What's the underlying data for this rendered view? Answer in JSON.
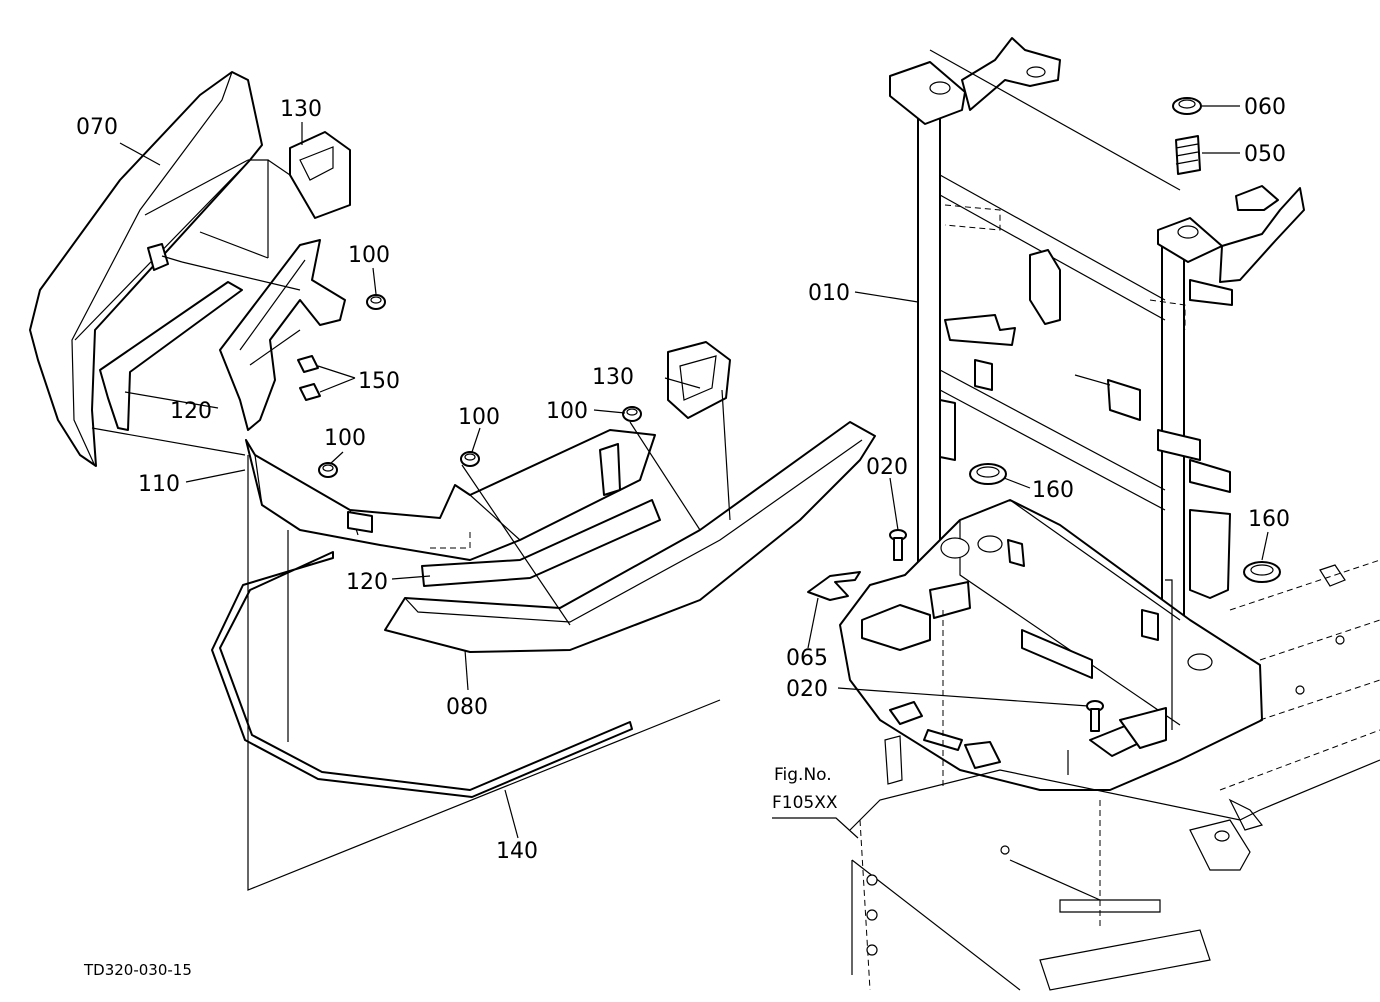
{
  "labels": {
    "p070": "070",
    "p130_top": "130",
    "p100_a": "100",
    "p150": "150",
    "p120_left": "120",
    "p110": "110",
    "p100_b": "100",
    "p100_c": "100",
    "p100_d": "100",
    "p130_mid": "130",
    "p120_mid": "120",
    "p080": "080",
    "p140": "140",
    "p060": "060",
    "p050": "050",
    "p010": "010",
    "p020_a": "020",
    "p160_a": "160",
    "p160_b": "160",
    "p065": "065",
    "p020_b": "020"
  },
  "figure_ref": {
    "line1": "Fig.No.",
    "line2": "F105XX"
  },
  "drawing_number": "TD320-030-15"
}
